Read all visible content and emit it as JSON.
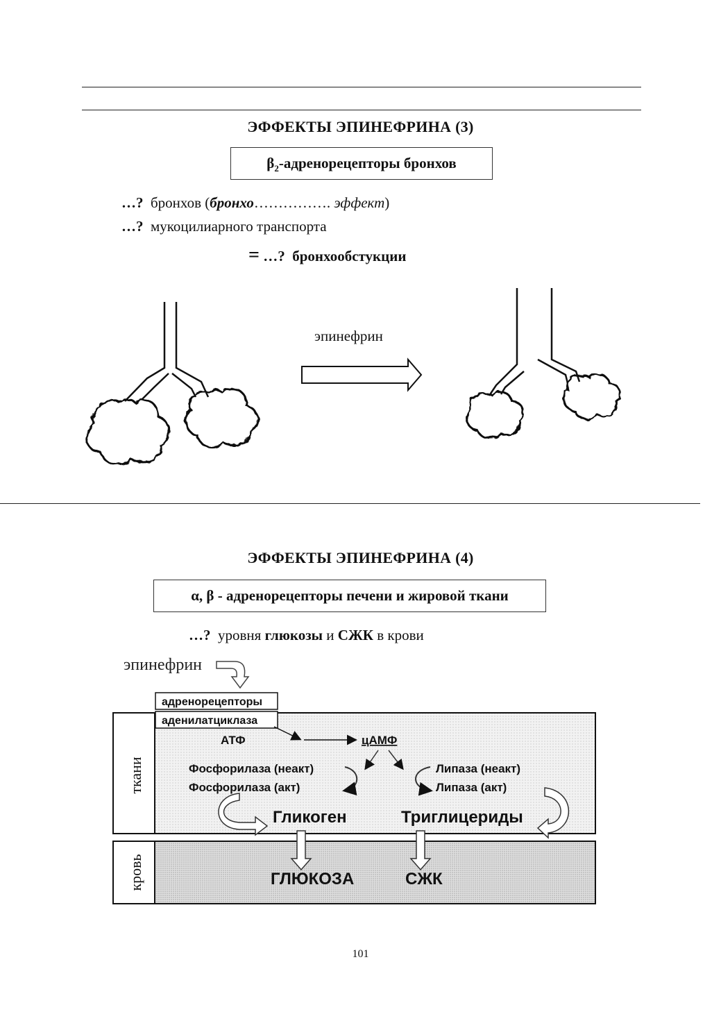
{
  "section3": {
    "title": "ЭФФЕКТЫ ЭПИНЕФРИНА (3)",
    "receptor_main": "β",
    "receptor_sub": "2",
    "receptor_rest": "-адренорецепторы бронхов",
    "line1_q": "…?",
    "line1_a": "бронхов (",
    "line1_b": "бронхо",
    "line1_c": "…………….",
    "line1_d": " эффект",
    "line1_e": ")",
    "line2_q": "…?",
    "line2_text": "мукоцилиарного транспорта",
    "line3_eq": "=",
    "line3_q": "…?",
    "line3_text": "бронхообстукции",
    "arrow_label": "эпинефрин"
  },
  "section4": {
    "title": "ЭФФЕКТЫ ЭПИНЕФРИНА (4)",
    "receptor_label": "α, β - адренорецепторы печени и жировой ткани",
    "line_q": "…?",
    "line_a": "уровня ",
    "line_b": "глюкозы",
    "line_c": " и ",
    "line_d": "СЖК",
    "line_e": " в крови",
    "diagram": {
      "epinephrine": "эпинефрин",
      "adrenoreceptors": "адренорецепторы",
      "adenylate_cyclase": "аденилатциклаза",
      "atp": "АТФ",
      "camp": "цАМФ",
      "phos_inactive": "Фосфорилаза (неакт)",
      "phos_active": "Фосфорилаза (акт)",
      "lipase_inactive": "Липаза (неакт)",
      "lipase_active": "Липаза (акт)",
      "glycogen": "Гликоген",
      "triglycerides": "Триглицериды",
      "glucose": "ГЛЮКОЗА",
      "ffa": "СЖК",
      "tissue_label": "ткани",
      "blood_label": "кровь"
    }
  },
  "page_number": "101"
}
